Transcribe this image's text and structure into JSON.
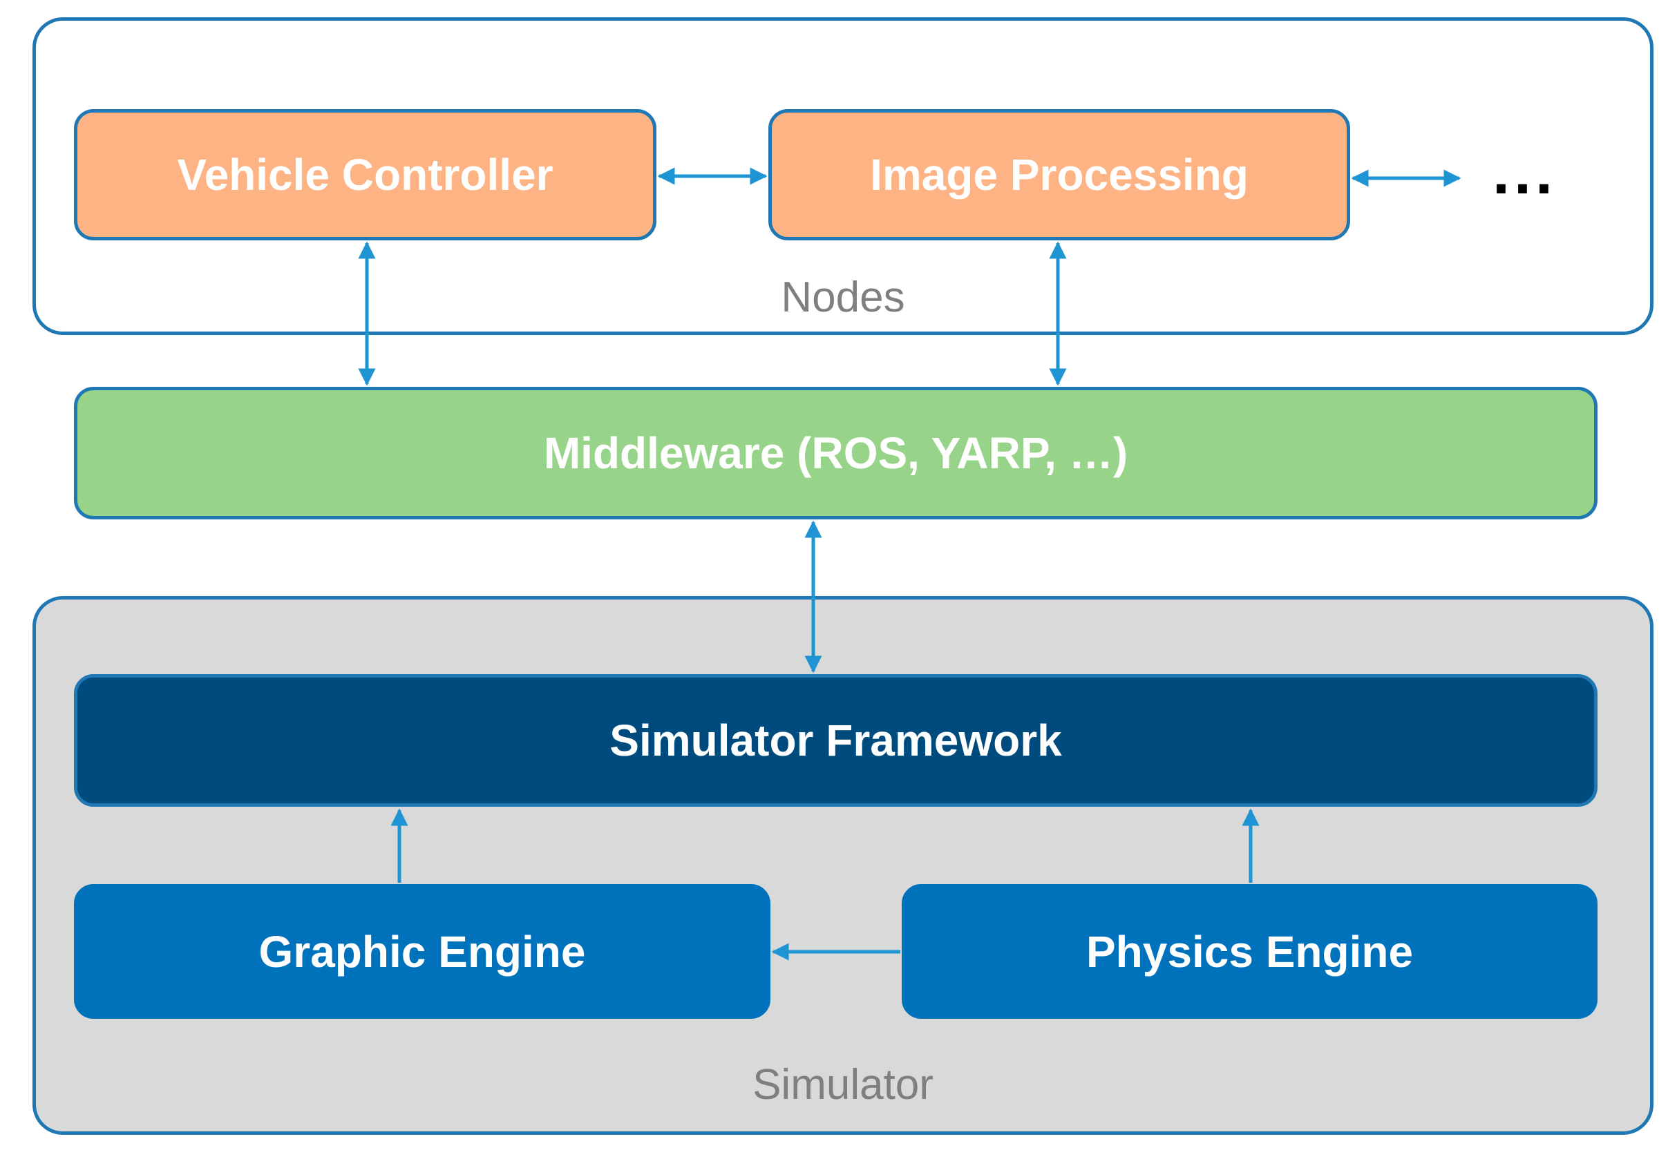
{
  "containers": {
    "nodes": {
      "label": "Nodes"
    },
    "simulator": {
      "label": "Simulator"
    }
  },
  "nodes": {
    "vehicle_controller": "Vehicle Controller",
    "image_processing": "Image Processing",
    "more": "..."
  },
  "middleware": {
    "label": "Middleware (ROS, YARP, …)"
  },
  "simulator": {
    "framework": "Simulator Framework",
    "graphic_engine": "Graphic Engine",
    "physics_engine": "Physics Engine"
  },
  "colors": {
    "border": "#1f77b4",
    "node_fill": "#fdb384",
    "middleware_fill": "#98d38a",
    "framework_fill": "#004b7d",
    "engine_fill": "#0072bc",
    "simulator_bg": "#d9d9d9",
    "arrow": "#1f94d2",
    "label_gray": "#7f7f7f"
  }
}
